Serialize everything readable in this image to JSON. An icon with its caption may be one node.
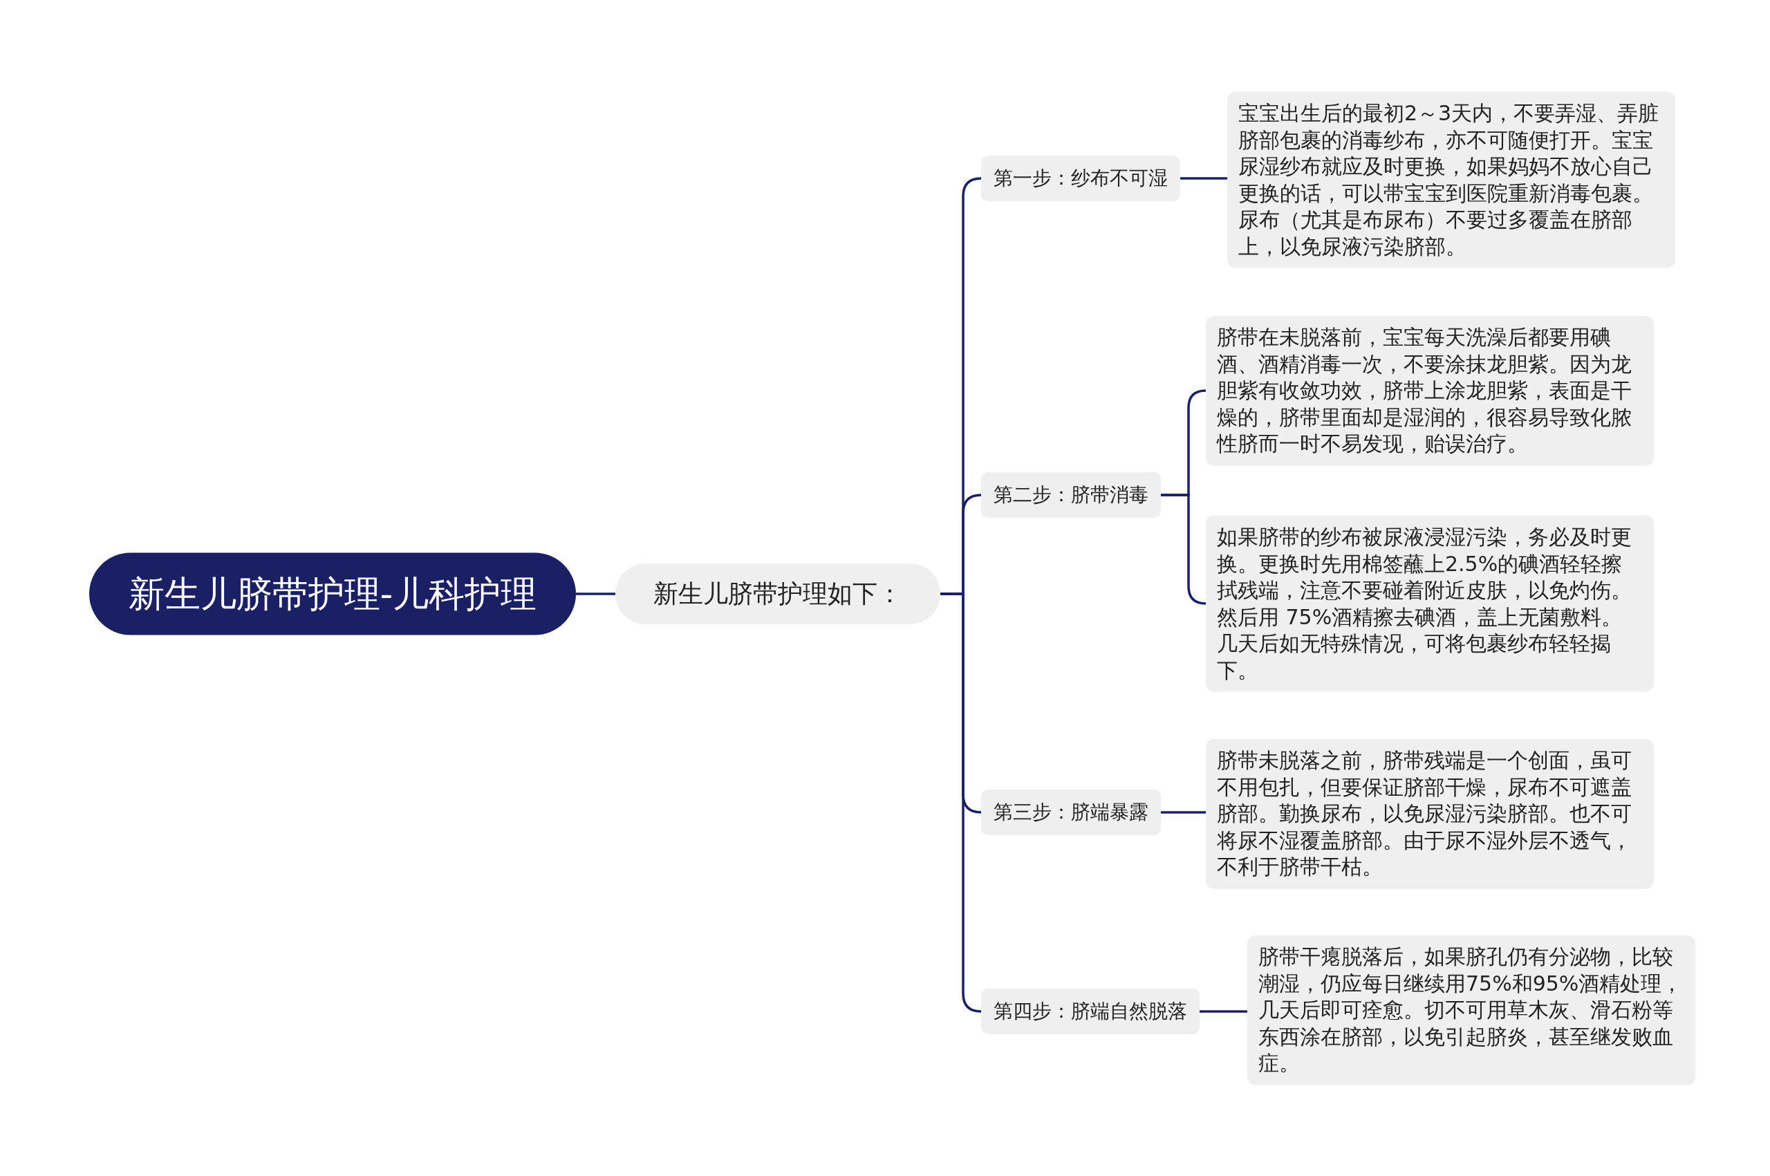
{
  "diagram": {
    "nodes": [
      {
        "text": [
          "新生儿脐带护理-儿科护理"
        ]
      },
      {
        "text": [
          "新生儿脐带护理如下："
        ]
      },
      {
        "text": [
          "第一步：纱布不可湿"
        ]
      },
      {
        "text": [
          "宝宝出生后的最初2～3天内，不要弄湿、弄脏脐部包裹的消毒纱布，亦不可随便打开。宝宝尿湿纱布就应及时更换，如果妈妈不放心自己更换的话，可以带宝宝到医院重新消毒包裹。尿布（尤其是布尿布）不要过多覆盖在脐部上，以免尿液污染脐部。"
        ]
      },
      {
        "text": [
          "第二步：脐带消毒"
        ]
      },
      {
        "text": [
          "脐带在未脱落前，宝宝每天洗澡后都要用碘酒、酒精消毒一次，不要涂抹龙胆紫。因为龙胆紫有收敛功效，脐带上涂龙胆紫，表面是干燥的，脐带里面却是湿润的，很容易导致化脓性脐而一时不易发现，贻误治疗。"
        ]
      },
      {
        "text": [
          "如果脐带的纱布被尿液浸湿污染，务必及时更换。更换时先用棉签蘸上2.5%的碘酒轻轻擦拭残端，注意不要碰着附近皮肤，以免灼伤。然后用 75%酒精擦去碘酒，盖上无菌敷料。几天后如无特殊情况，可将包裹纱布轻轻揭下。"
        ]
      },
      {
        "text": [
          "第三步：脐端暴露"
        ]
      },
      {
        "text": [
          "脐带未脱落之前，脐带残端是一个创面，虽可不用包扎，但要保证脐部干燥，尿布不可遮盖脐部。勤换尿布，以免尿湿污染脐部。也不可将尿不湿覆盖脐部。由于尿不湿外层不透气，不利于脐带干枯。"
        ]
      },
      {
        "text": [
          "第四步：脐端自然脱落"
        ]
      },
      {
        "text": [
          "脐带干瘪脱落后，如果脐孔仍有分泌物，比较潮湿，仍应每日继续用75%和95%酒精处理，几天后即可痊愈。切不可用草木灰、滑石粉等东西涂在脐部，以免引起脐炎，甚至继发败血症。"
        ]
      }
    ],
    "edges": [
      {
        "from": 0,
        "to": 1,
        "arrow": "none"
      },
      {
        "from": 1,
        "to": 2,
        "arrow": "none"
      },
      {
        "from": 1,
        "to": 4,
        "arrow": "none"
      },
      {
        "from": 1,
        "to": 7,
        "arrow": "none"
      },
      {
        "from": 1,
        "to": 9,
        "arrow": "none"
      },
      {
        "from": 2,
        "to": 3,
        "arrow": "none"
      },
      {
        "from": 4,
        "to": 5,
        "arrow": "none"
      },
      {
        "from": 4,
        "to": 6,
        "arrow": "none"
      },
      {
        "from": 7,
        "to": 8,
        "arrow": "none"
      },
      {
        "from": 9,
        "to": 10,
        "arrow": "none"
      }
    ]
  }
}
